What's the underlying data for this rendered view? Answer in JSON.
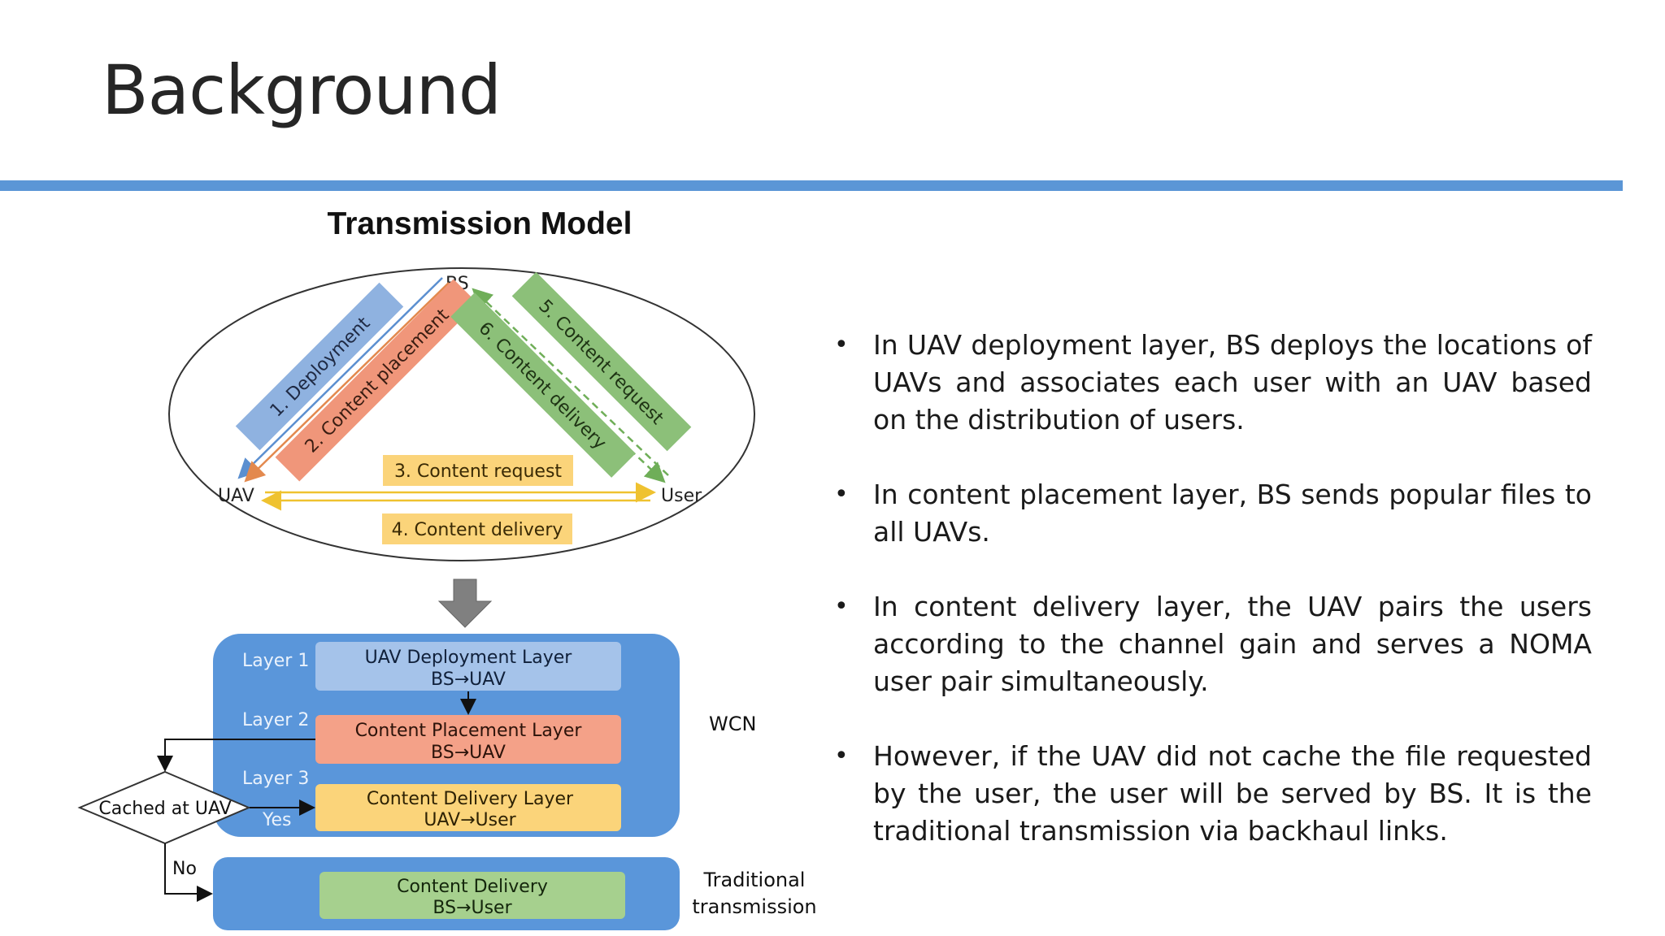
{
  "slide": {
    "title": "Background",
    "figure_title": "Transmission Model"
  },
  "diagram": {
    "nodes": {
      "bs": "BS",
      "uav": "UAV",
      "user": "User"
    },
    "flows": {
      "deployment": "1. Deployment",
      "content_placement": "2. Content placement",
      "content_request_3": "3. Content request",
      "content_delivery_4": "4. Content delivery",
      "content_request_5": "5. Content request",
      "content_delivery_6": "6. Content delivery"
    },
    "layers": {
      "layer1_label": "Layer 1",
      "layer2_label": "Layer 2",
      "layer3_label": "Layer 3",
      "layer1_title": "UAV Deployment Layer",
      "layer1_sub": "BS→UAV",
      "layer2_title": "Content Placement Layer",
      "layer2_sub": "BS→UAV",
      "layer3_title": "Content Delivery Layer",
      "layer3_sub": "UAV→User",
      "trad_title": "Content Delivery",
      "trad_sub": "BS→User"
    },
    "decision": {
      "label": "Cached at UAV",
      "yes": "Yes",
      "no": "No"
    },
    "side_labels": {
      "wcn": "WCN",
      "trad_line1": "Traditional",
      "trad_line2": "transmission"
    },
    "colors": {
      "blue_box": "#5a96da",
      "deploy": "#8fb2e0",
      "placement": "#f0967a",
      "delivery": "#fbd47a",
      "trad": "#a6d08e",
      "request_green": "#8cc079",
      "ellipse_stroke": "#333333"
    }
  },
  "bullets": [
    "In UAV deployment layer, BS deploys the locations of UAVs and associates each user with an UAV based on the distribution of users.",
    "In content placement layer, BS sends popular files to all UAVs.",
    "In content delivery layer, the UAV pairs the users according to the channel gain and serves a NOMA user pair simultaneously.",
    "However, if the UAV did not cache the file requested by the user, the user will be served by BS. It is the traditional transmission via backhaul links."
  ]
}
